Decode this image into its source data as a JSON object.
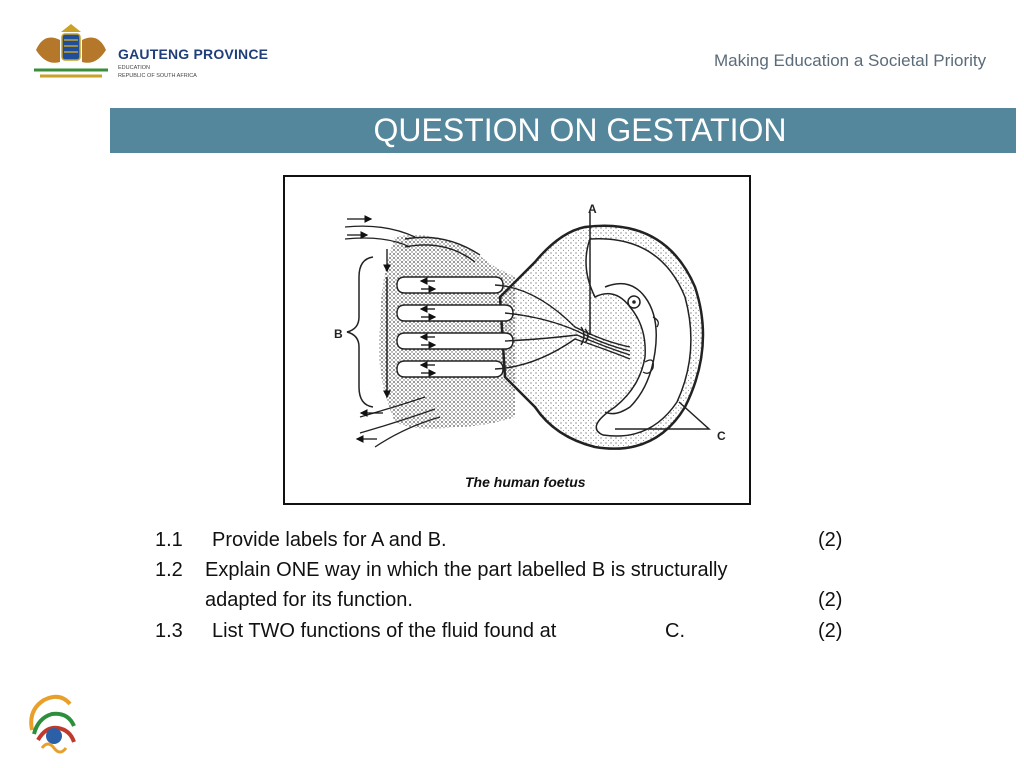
{
  "header": {
    "org_name": "GAUTENG PROVINCE",
    "org_sub1": "EDUCATION",
    "org_sub2": "REPUBLIC OF SOUTH AFRICA",
    "slogan": "Making Education a Societal Priority",
    "logo_icon": "coat-of-arms-icon"
  },
  "title": "QUESTION ON GESTATION",
  "figure": {
    "caption": "The human foetus",
    "label_a": "A",
    "label_b": "B",
    "label_c": "C"
  },
  "questions": [
    {
      "number": "1.1",
      "text": "Provide labels for A and B.",
      "marks": "(2)"
    },
    {
      "number": "1.2",
      "text": "Explain ONE way in which the part labelled B is structurally",
      "text2": "adapted for its function.",
      "marks": "(2)"
    },
    {
      "number": "1.3",
      "text": "List TWO functions of the fluid found at",
      "text_c": "C.",
      "marks": "(2)"
    }
  ],
  "colors": {
    "title_bar": "#55879c",
    "brand_blue": "#1f3f7a"
  },
  "footer": {
    "logo_icon": "anniversary-logo-icon"
  }
}
